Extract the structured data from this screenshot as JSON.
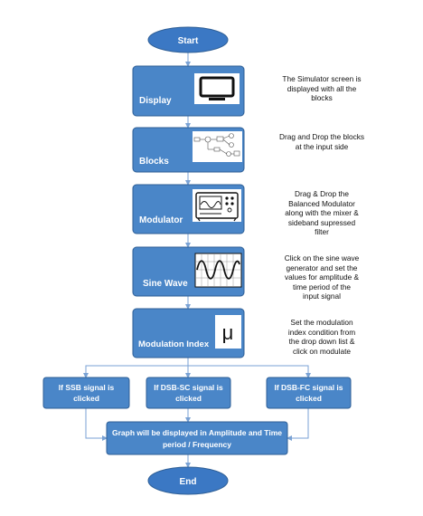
{
  "colors": {
    "box_fill": "#4a86c8",
    "box_stroke": "#2f5f96",
    "ellipse_fill": "#3b78c4",
    "arrow": "#7aa2d4",
    "icon_bg": "#ffffff"
  },
  "nodes": {
    "start": "Start",
    "display": "Display",
    "blocks": "Blocks",
    "modulator": "Modulator",
    "sine_wave": "Sine Wave",
    "modulation_index": "Modulation Index",
    "ssb": [
      "If SSB signal is",
      "clicked"
    ],
    "dsb_sc": [
      "If DSB-SC signal is",
      "clicked"
    ],
    "dsb_fc": [
      "If DSB-FC signal is",
      "clicked"
    ],
    "graph": [
      "Graph will be displayed in Amplitude and Time",
      "period / Frequency"
    ],
    "end": "End"
  },
  "icons": {
    "display": "monitor-icon",
    "blocks": "block-diagram-icon",
    "modulator": "oscilloscope-icon",
    "sine_wave": "sine-wave-icon",
    "modulation_index": "mu-symbol-icon",
    "mu_glyph": "μ"
  },
  "notes": {
    "display": [
      "The Simulator screen is",
      "displayed with all the",
      "blocks"
    ],
    "blocks": [
      "Drag and Drop the blocks",
      "at the input side"
    ],
    "modulator": [
      "Drag & Drop the",
      "Balanced Modulator",
      "along with the mixer &",
      "sideband supressed",
      "filter"
    ],
    "sine_wave": [
      "Click on the sine wave",
      "generator and set the",
      "values for amplitude &",
      "time period of the",
      "input signal"
    ],
    "modulation_index": [
      "Set the modulation",
      "index condition from",
      "the drop down list &",
      "click on modulate"
    ]
  }
}
